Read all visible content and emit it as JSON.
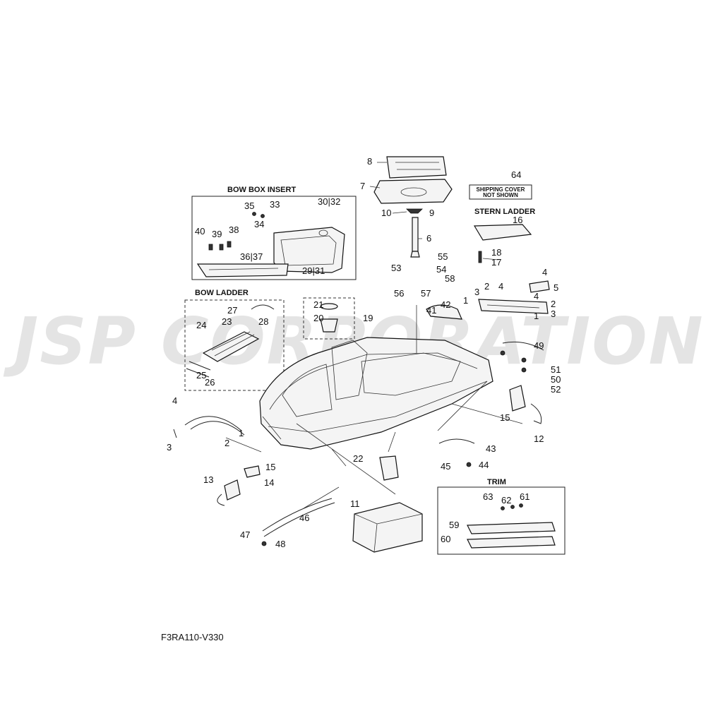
{
  "watermark": "JSP CORPORATION",
  "diagram_code": "F3RA110-V330",
  "sections": {
    "bow_box_insert": "BOW BOX INSERT",
    "bow_ladder": "BOW LADDER",
    "stern_ladder": "STERN LADDER",
    "trim": "TRIM"
  },
  "shipping_note": [
    "SHIPPING COVER",
    "NOT SHOWN"
  ],
  "callouts": [
    {
      "id": "c8",
      "text": "8"
    },
    {
      "id": "c7",
      "text": "7"
    },
    {
      "id": "c64",
      "text": "64"
    },
    {
      "id": "c10",
      "text": "10"
    },
    {
      "id": "c9",
      "text": "9"
    },
    {
      "id": "c6",
      "text": "6"
    },
    {
      "id": "c16",
      "text": "16"
    },
    {
      "id": "c18",
      "text": "18"
    },
    {
      "id": "c17",
      "text": "17"
    },
    {
      "id": "c35",
      "text": "35"
    },
    {
      "id": "c33",
      "text": "33"
    },
    {
      "id": "c34",
      "text": "34"
    },
    {
      "id": "c30_32",
      "text": "30|32"
    },
    {
      "id": "c40",
      "text": "40"
    },
    {
      "id": "c39",
      "text": "39"
    },
    {
      "id": "c38",
      "text": "38"
    },
    {
      "id": "c36_37",
      "text": "36|37"
    },
    {
      "id": "c29_31",
      "text": "29|31"
    },
    {
      "id": "c55",
      "text": "55"
    },
    {
      "id": "c53",
      "text": "53"
    },
    {
      "id": "c54",
      "text": "54"
    },
    {
      "id": "c58",
      "text": "58"
    },
    {
      "id": "c56",
      "text": "56"
    },
    {
      "id": "c57",
      "text": "57"
    },
    {
      "id": "c4a",
      "text": "4"
    },
    {
      "id": "c5",
      "text": "5"
    },
    {
      "id": "c2a",
      "text": "2"
    },
    {
      "id": "c4b",
      "text": "4"
    },
    {
      "id": "c3a",
      "text": "3"
    },
    {
      "id": "c1a",
      "text": "1"
    },
    {
      "id": "c4c",
      "text": "4"
    },
    {
      "id": "c2b",
      "text": "2"
    },
    {
      "id": "c3b",
      "text": "3"
    },
    {
      "id": "c1b",
      "text": "1"
    },
    {
      "id": "c41",
      "text": "41"
    },
    {
      "id": "c42",
      "text": "42"
    },
    {
      "id": "c21",
      "text": "21"
    },
    {
      "id": "c20",
      "text": "20"
    },
    {
      "id": "c19",
      "text": "19"
    },
    {
      "id": "c27",
      "text": "27"
    },
    {
      "id": "c28",
      "text": "28"
    },
    {
      "id": "c24",
      "text": "24"
    },
    {
      "id": "c23",
      "text": "23"
    },
    {
      "id": "c25",
      "text": "25"
    },
    {
      "id": "c26",
      "text": "26"
    },
    {
      "id": "c49",
      "text": "49"
    },
    {
      "id": "c51",
      "text": "51"
    },
    {
      "id": "c50",
      "text": "50"
    },
    {
      "id": "c52",
      "text": "52"
    },
    {
      "id": "c15a",
      "text": "15"
    },
    {
      "id": "c12",
      "text": "12"
    },
    {
      "id": "c4d",
      "text": "4"
    },
    {
      "id": "c3c",
      "text": "3"
    },
    {
      "id": "c2c",
      "text": "2"
    },
    {
      "id": "c1c",
      "text": "1"
    },
    {
      "id": "c43",
      "text": "43"
    },
    {
      "id": "c45",
      "text": "45"
    },
    {
      "id": "c44",
      "text": "44"
    },
    {
      "id": "c22",
      "text": "22"
    },
    {
      "id": "c15b",
      "text": "15"
    },
    {
      "id": "c13",
      "text": "13"
    },
    {
      "id": "c14",
      "text": "14"
    },
    {
      "id": "c11",
      "text": "11"
    },
    {
      "id": "c46",
      "text": "46"
    },
    {
      "id": "c47",
      "text": "47"
    },
    {
      "id": "c48",
      "text": "48"
    },
    {
      "id": "c63",
      "text": "63"
    },
    {
      "id": "c62",
      "text": "62"
    },
    {
      "id": "c61",
      "text": "61"
    },
    {
      "id": "c59",
      "text": "59"
    },
    {
      "id": "c60",
      "text": "60"
    }
  ]
}
